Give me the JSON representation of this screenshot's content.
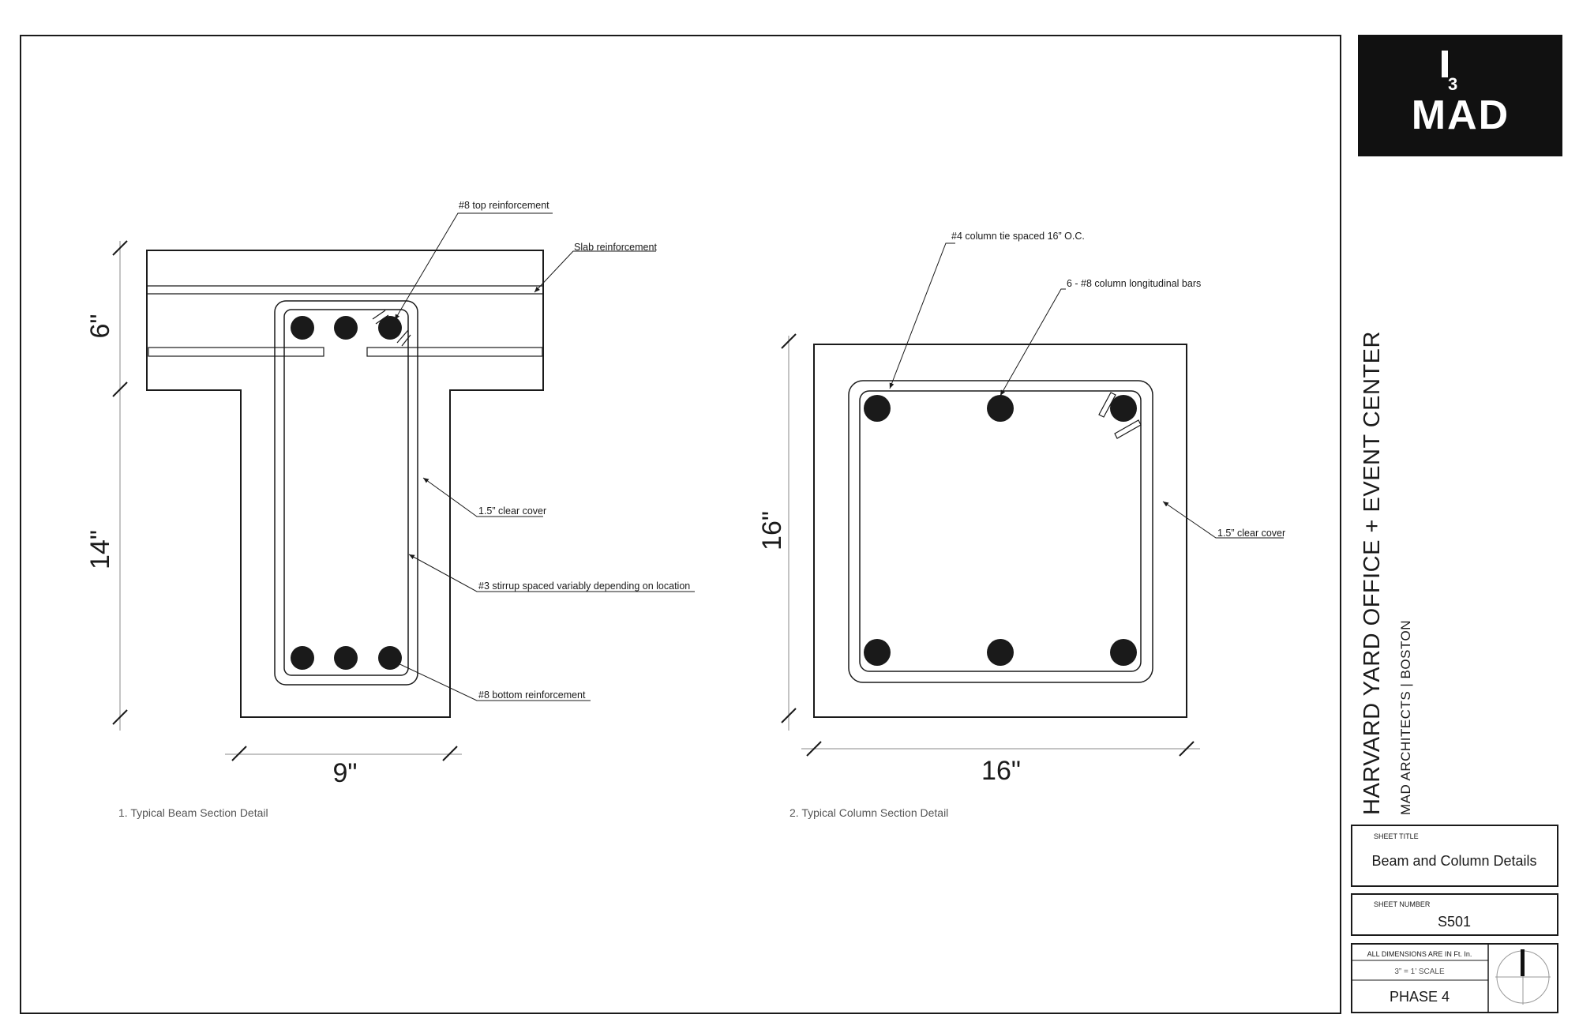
{
  "beam": {
    "dim_flange": "6\"",
    "dim_web": "14\"",
    "dim_width": "9\"",
    "note_top": "#8 top reinforcement",
    "note_slab": "Slab reinforcement",
    "note_cover": "1.5” clear cover",
    "note_stirrup": "#3 stirrup spaced variably depending on location",
    "note_bottom": "#8 bottom reinforcement",
    "caption": "1. Typical Beam Section Detail"
  },
  "column": {
    "dim_height": "16\"",
    "dim_width": "16\"",
    "note_tie": "#4 column tie spaced 16” O.C.",
    "note_bars": "6 - #8 column longitudinal bars",
    "note_cover": "1.5” clear cover",
    "caption": "2. Typical Column Section Detail"
  },
  "title_block": {
    "logo_text": "MAD",
    "logo_superscript": "3",
    "project_title": "HARVARD YARD OFFICE + EVENT CENTER",
    "firm": "MAD ARCHITECTS | BOSTON",
    "sheet_title_label": "SHEET TITLE",
    "sheet_title": "Beam and Column Details",
    "sheet_number_label": "SHEET NUMBER",
    "sheet_number": "S501",
    "dimensions_note": "ALL DIMENSIONS ARE IN Ft. In.",
    "scale": "3” = 1’  SCALE",
    "phase": "PHASE  4"
  },
  "icons": [
    "north-arrow-icon"
  ]
}
